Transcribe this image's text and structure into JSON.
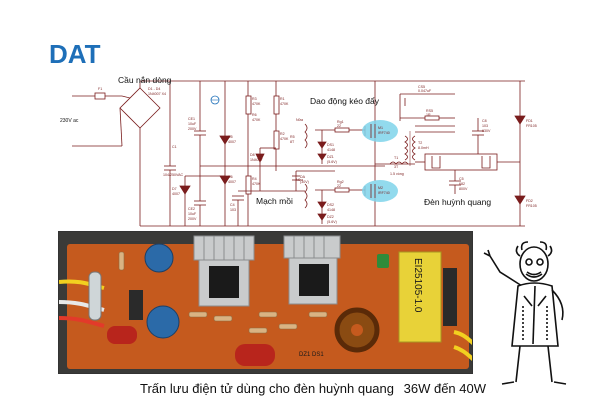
{
  "logo": {
    "text": "DAT",
    "color": "#1e6fb8"
  },
  "schematic": {
    "labels": {
      "bridge": "Cầu nắn dòng",
      "push_pull": "Dao động kéo đẩy",
      "trigger": "Mạch mồi",
      "lamp": "Đèn huỳnh quang"
    },
    "input": "230V ac",
    "components": {
      "f1": "F1",
      "d1d4": "D1 - D4",
      "d1d4_part": "1N4007 X4",
      "c1": "C1",
      "c1_val": "104/250VAC",
      "ce1": "CE1",
      "ce1_val": "10uF",
      "ce1_v": "200V",
      "ce2": "CE2",
      "ce2_val": "10uF",
      "ce2_v": "200V",
      "d5": "D5",
      "d5_part": "4007",
      "d6": "D6",
      "d6_part": "4007",
      "d7": "D7",
      "d7_part": "4007",
      "r3": "R3",
      "r3_val": "470K",
      "r4": "R4",
      "r4_val": "470K",
      "r1": "R1",
      "r1_val": "470K",
      "r2": "R2",
      "r2_val": "470K",
      "r6": "R6",
      "r6_val": "470K",
      "r5": "R5",
      "r5_val": "8T",
      "c4": "C4",
      "c4_val": "103",
      "d8": "D8",
      "d8_part": "1N4007",
      "da": "DA",
      "da_val": "(30V)",
      "rg1": "Rg1",
      "rg1_val": "22",
      "rg2": "Rg2",
      "rg2_val": "22",
      "ds1": "DS1",
      "ds1_val": "4148",
      "ds2": "DS2",
      "ds2_val": "4148",
      "dz1": "DZ1",
      "dz1_val": "(5.6V)",
      "dz2": "DZ2",
      "dz2_val": "(5.6V)",
      "m1": "M1",
      "m1_part": "IRF740",
      "m2": "M2",
      "m2_part": "IRF740",
      "t1": "T1",
      "t1_val": "3T",
      "t2": "T2",
      "t2_val": "8.0mH",
      "t2_turns": "1.5 vòng",
      "cs5": "CS5",
      "cs5_val": "0.047uF",
      "rs5": "RS5",
      "rs5_val": "1R",
      "c8": "C8",
      "c8_val": "103",
      "c8_v": "630V",
      "c5": "C5",
      "c5_val": "682",
      "c5_v": "800V",
      "fd1": "FD1",
      "fd1_part": "FR105",
      "fd2": "FD2",
      "fd2_part": "FR105",
      "nua": "Nửa",
      "nub": "Nửa"
    }
  },
  "photo": {
    "markings": {
      "transformer": "EI25105-1.0",
      "board_label": "DZ1 DS1"
    }
  },
  "caption": {
    "main": "Trấn lưu điện tử dùng cho đèn huỳnh quang",
    "range": "36W đến 40W"
  },
  "colors": {
    "wire": "#7a1d1d",
    "text": "#000000",
    "highlight": "#7fd3ea",
    "pcb": "#c55a1e"
  }
}
